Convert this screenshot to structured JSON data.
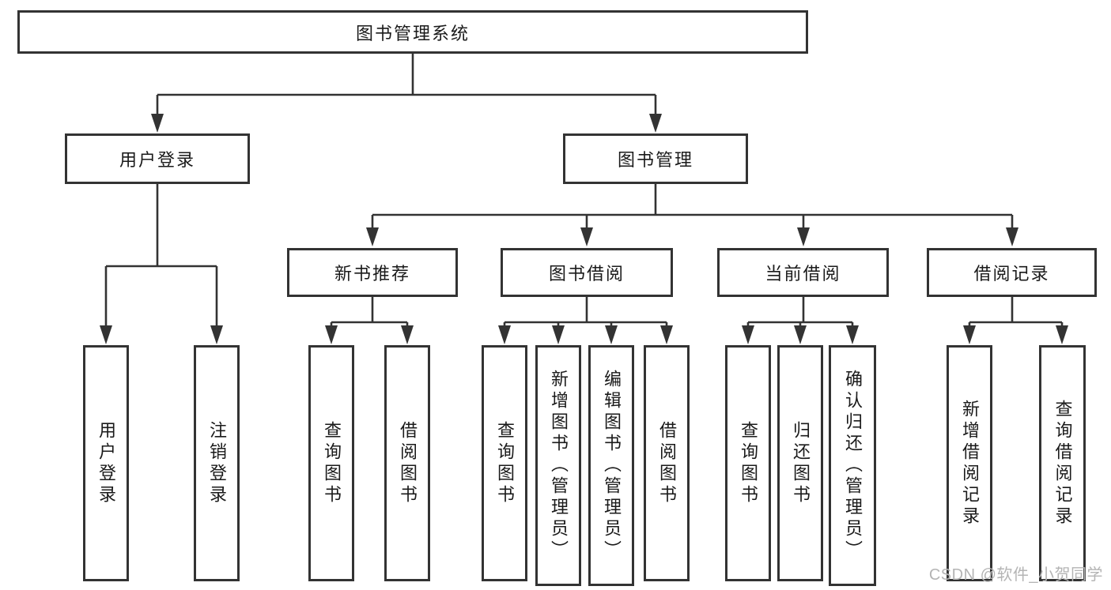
{
  "diagram": {
    "type": "tree-structure-chart",
    "colors": {
      "line": "#333333",
      "node_border": "#333333",
      "node_text": "#1a1a1a",
      "node_background": "#ffffff",
      "watermark": "#b4b4b4",
      "background": "#ffffff"
    },
    "tree": {
      "label": "图书管理系统",
      "children": [
        {
          "label": "用户登录",
          "children": [
            {
              "label": "用户登录"
            },
            {
              "label": "注销登录"
            }
          ]
        },
        {
          "label": "图书管理",
          "children": [
            {
              "label": "新书推荐",
              "children": [
                {
                  "label": "查询图书"
                },
                {
                  "label": "借阅图书"
                }
              ]
            },
            {
              "label": "图书借阅",
              "children": [
                {
                  "label": "查询图书"
                },
                {
                  "label": "新增图书（管理员）"
                },
                {
                  "label": "编辑图书（管理员）"
                },
                {
                  "label": "借阅图书"
                }
              ]
            },
            {
              "label": "当前借阅",
              "children": [
                {
                  "label": "查询图书"
                },
                {
                  "label": "归还图书"
                },
                {
                  "label": "确认归还（管理员）"
                }
              ]
            },
            {
              "label": "借阅记录",
              "children": [
                {
                  "label": "新增借阅记录"
                },
                {
                  "label": "查询借阅记录"
                }
              ]
            }
          ]
        }
      ]
    },
    "watermark": {
      "text": "CSDN @软件_小贺同学"
    }
  }
}
